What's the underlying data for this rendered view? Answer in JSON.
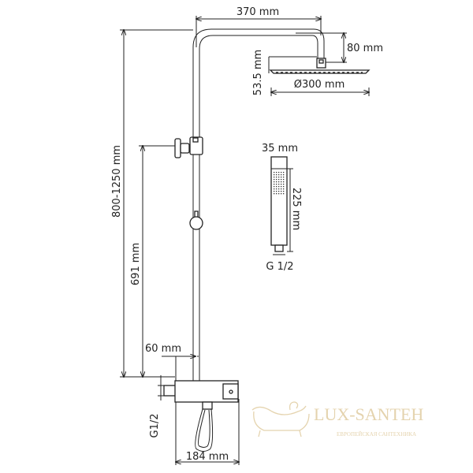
{
  "dimensions": {
    "arm_length": "370 mm",
    "arm_drop": "80 mm",
    "head_height": "53.5 mm",
    "head_diameter": "Ø300 mm",
    "total_height": "800-1250 mm",
    "holder_height": "691 mm",
    "mixer_offset": "60 mm",
    "mixer_inlet": "G1/2",
    "mixer_width": "184 mm",
    "hand_width": "35 mm",
    "hand_length": "225 mm",
    "hand_thread": "G 1/2"
  },
  "watermark": {
    "brand": "LUX-SANTEH",
    "tagline": "ЕВРОПЕЙСКАЯ САНТЕХНИКА",
    "color": "#e2cfa6"
  }
}
